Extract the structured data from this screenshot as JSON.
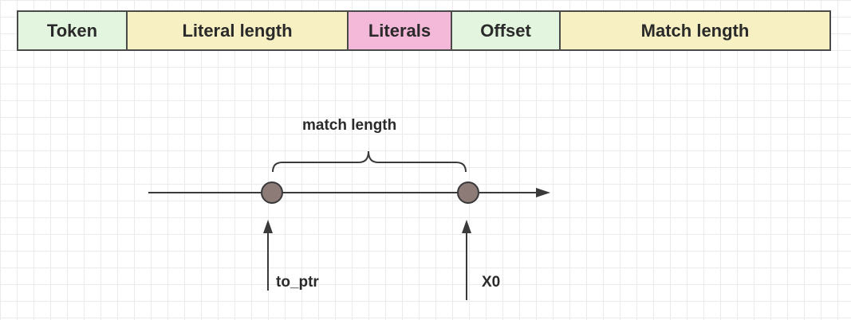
{
  "header_fields": [
    {
      "label": "Token",
      "color": "#e3f5df"
    },
    {
      "label": "Literal length",
      "color": "#f6f0c2"
    },
    {
      "label": "Literals",
      "color": "#f4b8d8"
    },
    {
      "label": "Offset",
      "color": "#e3f5df"
    },
    {
      "label": "Match length",
      "color": "#f6f0c2"
    }
  ],
  "diagram": {
    "brace_label": "match length",
    "pointer_left_label": "to_ptr",
    "pointer_right_label": "X0",
    "node_color": "#8c7b77",
    "line_color": "#3a3a3a"
  }
}
